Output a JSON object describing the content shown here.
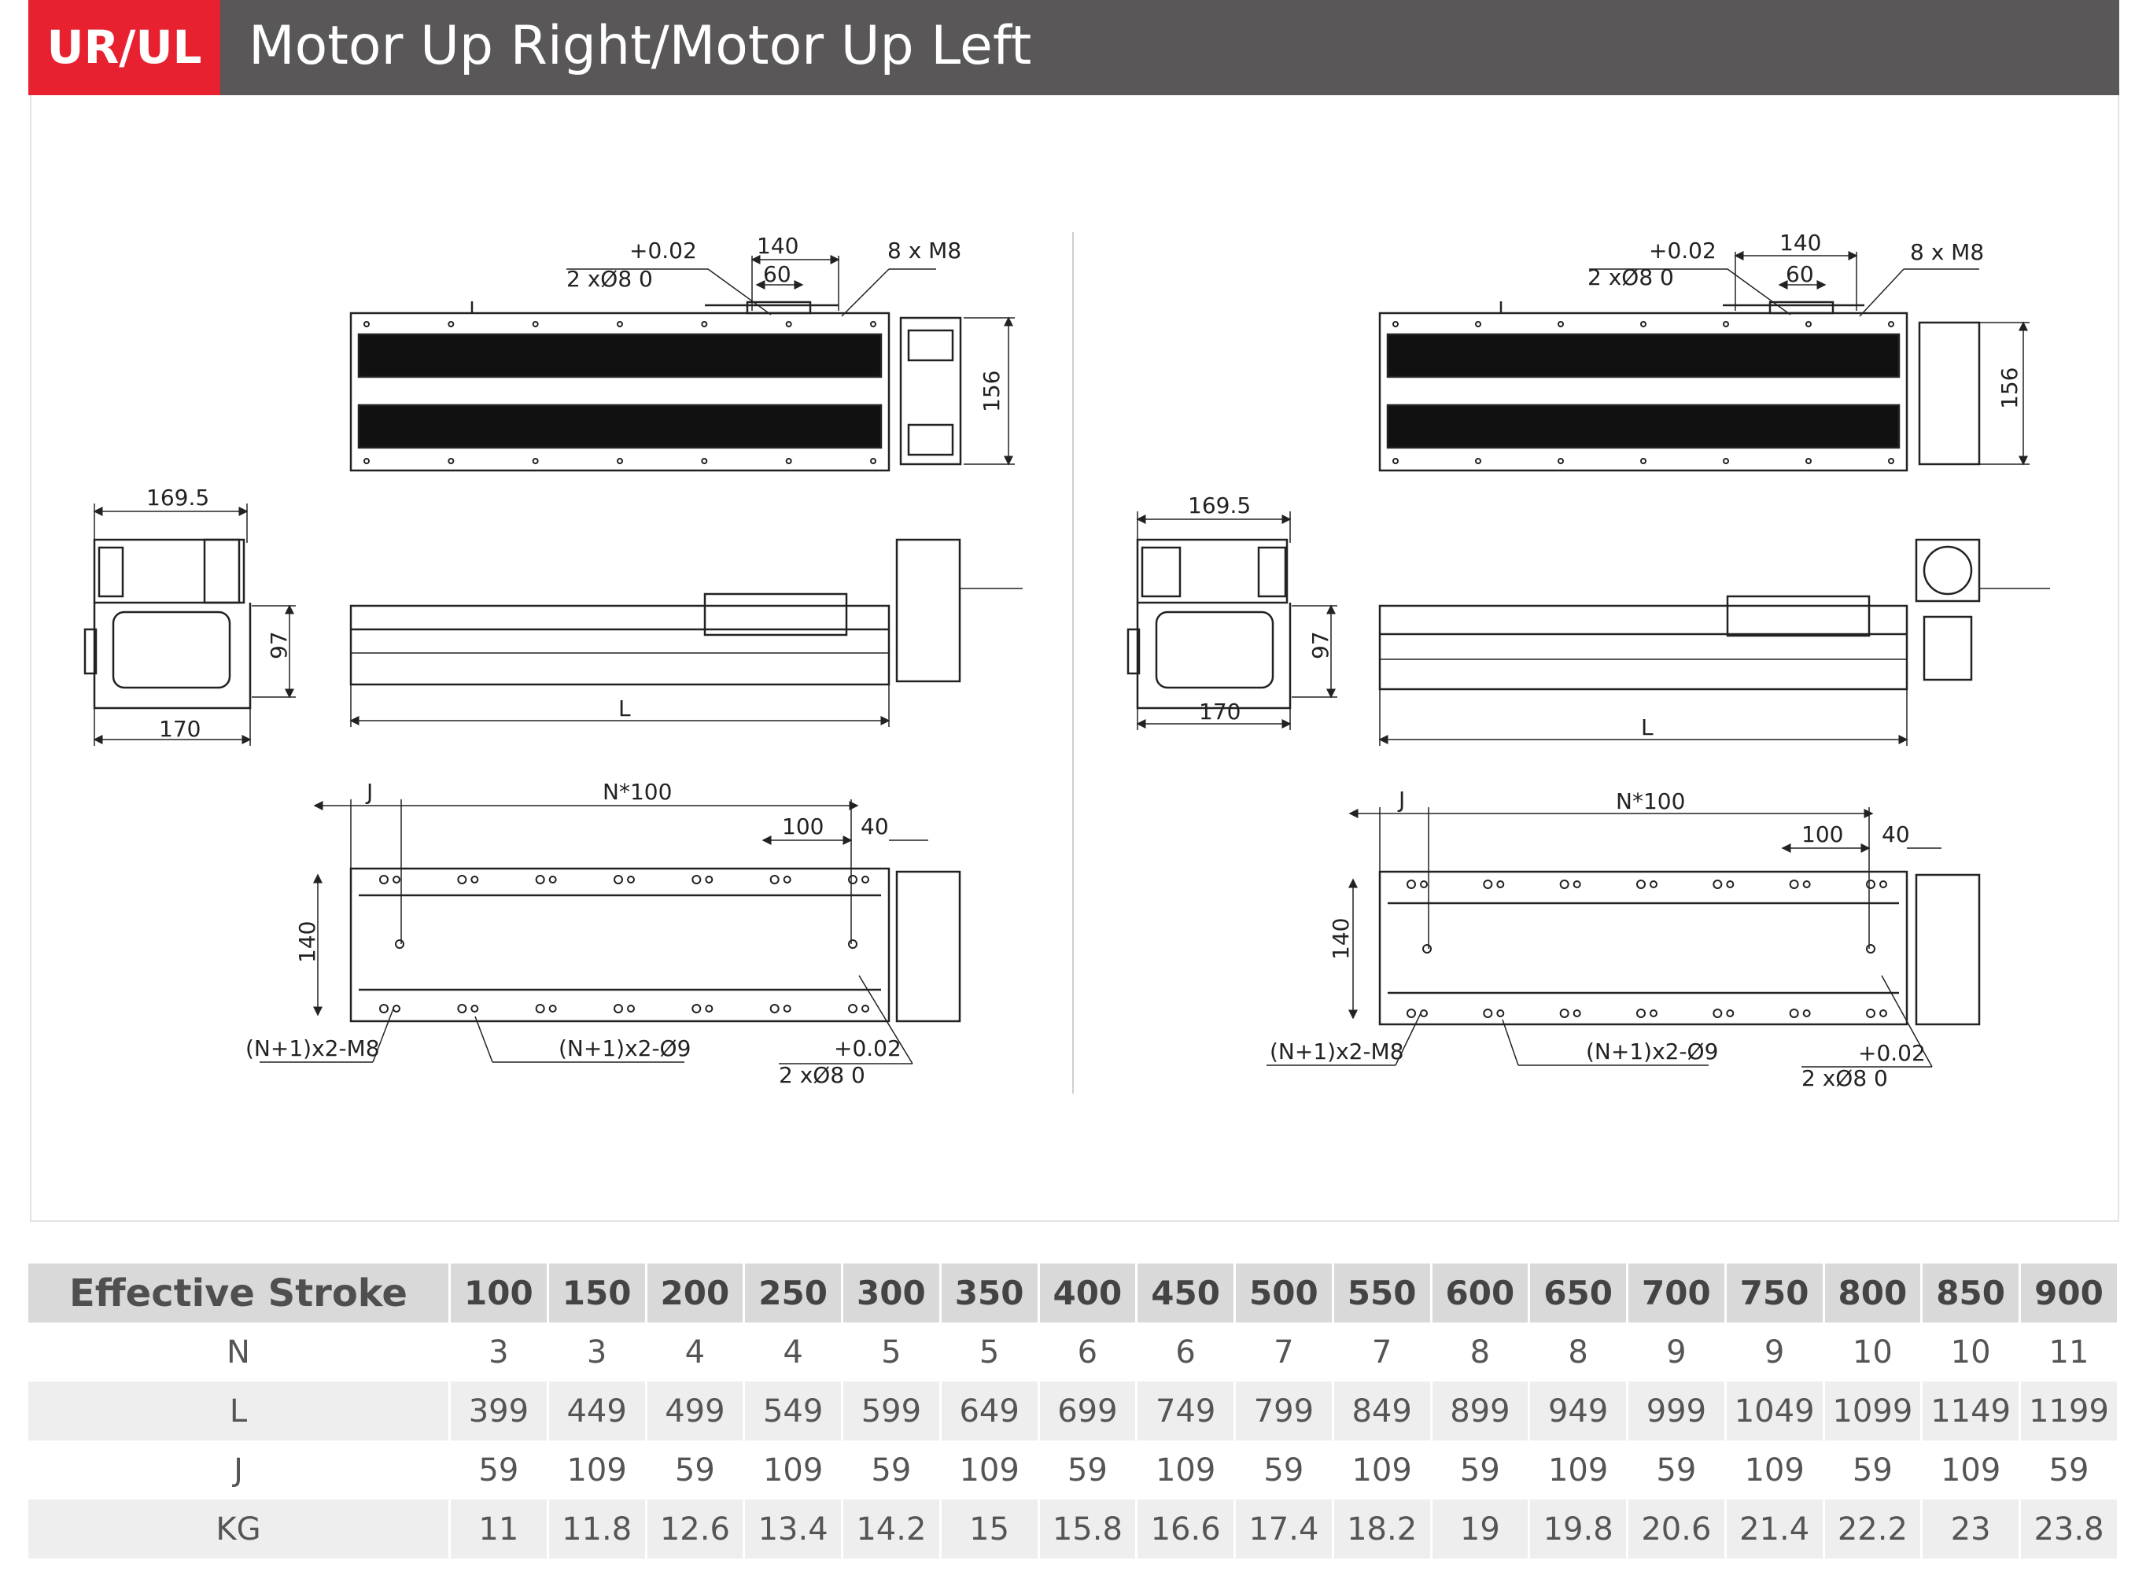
{
  "header": {
    "badge": "UR/UL",
    "title": "Motor Up Right/Motor Up Left"
  },
  "drawing_labels": {
    "tol": "+0.02",
    "pin": "2 xØ8   0",
    "d140": "140",
    "d60": "60",
    "m8": "8 x  M8",
    "d156": "156",
    "d169": "169.5",
    "d170": "170",
    "d97": "97",
    "L": "L",
    "J": "J",
    "N100": "N*100",
    "d100": "100",
    "d40": "40",
    "d140v": "140",
    "holesM8": "(N+1)x2-M8",
    "holesD9": "(N+1)x2-Ø9"
  },
  "table": {
    "header_label": "Effective Stroke",
    "strokes": [
      "100",
      "150",
      "200",
      "250",
      "300",
      "350",
      "400",
      "450",
      "500",
      "550",
      "600",
      "650",
      "700",
      "750",
      "800",
      "850",
      "900"
    ],
    "rows": [
      {
        "label": "N",
        "values": [
          "3",
          "3",
          "4",
          "4",
          "5",
          "5",
          "6",
          "6",
          "7",
          "7",
          "8",
          "8",
          "9",
          "9",
          "10",
          "10",
          "11"
        ]
      },
      {
        "label": "L",
        "values": [
          "399",
          "449",
          "499",
          "549",
          "599",
          "649",
          "699",
          "749",
          "799",
          "849",
          "899",
          "949",
          "999",
          "1049",
          "1099",
          "1149",
          "1199"
        ]
      },
      {
        "label": "J",
        "values": [
          "59",
          "109",
          "59",
          "109",
          "59",
          "109",
          "59",
          "109",
          "59",
          "109",
          "59",
          "109",
          "59",
          "109",
          "59",
          "109",
          "59"
        ]
      },
      {
        "label": "KG",
        "values": [
          "11",
          "11.8",
          "12.6",
          "13.4",
          "14.2",
          "15",
          "15.8",
          "16.6",
          "17.4",
          "18.2",
          "19",
          "19.8",
          "20.6",
          "21.4",
          "22.2",
          "23",
          "23.8"
        ]
      }
    ]
  },
  "colors": {
    "badge": "#e7212f",
    "header": "#595757",
    "table_header": "#d9d9d9",
    "table_alt": "#eeeeee"
  }
}
